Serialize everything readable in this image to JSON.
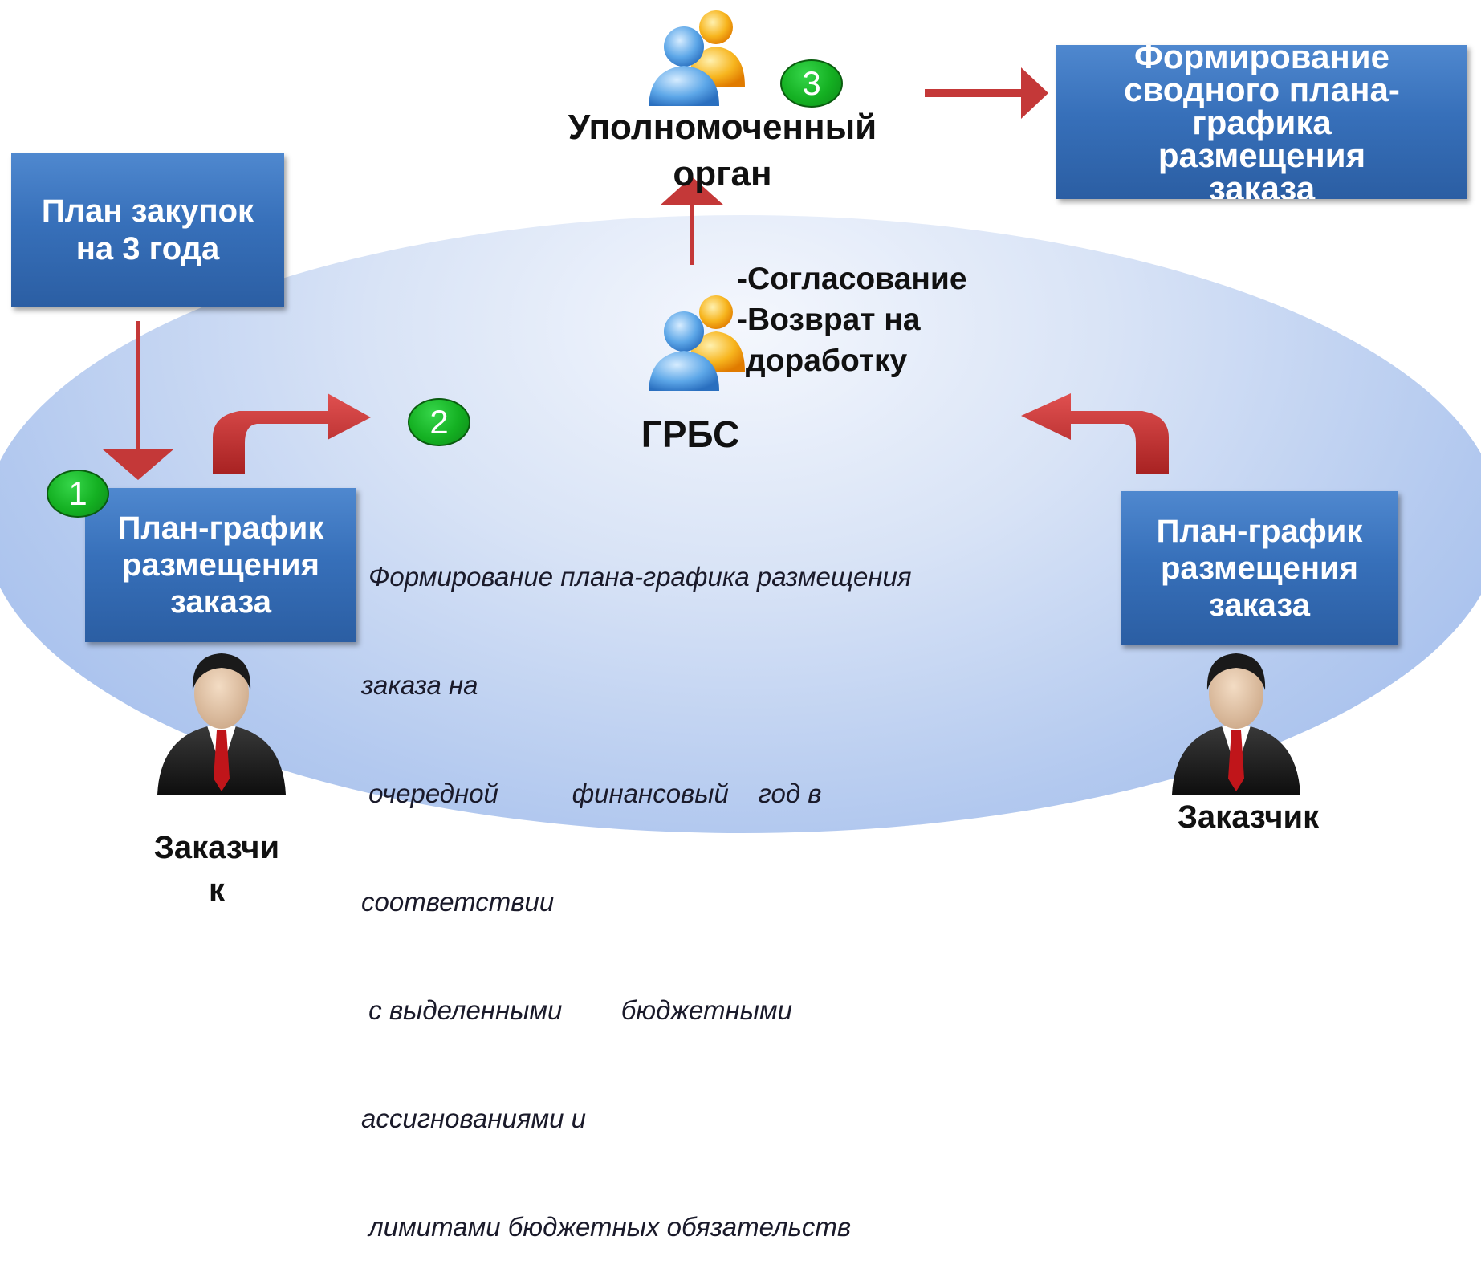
{
  "boxes": {
    "plan_3_years": "План закупок\nна 3 года",
    "plan_schedule_left": "План-график\nразмещения\nзаказа",
    "plan_schedule_right": "План-график\nразмещения\nзаказа",
    "summary_plan": "Формирование\nсводного  плана-\nграфика\nразмещения\nзаказа"
  },
  "badges": {
    "one": "1",
    "two": "2",
    "three": "3"
  },
  "labels": {
    "authorized_body": "Уполномоченный\nорган",
    "grbs": "ГРБС",
    "actions": [
      "-Согласование",
      "-Возврат на",
      " доработку"
    ],
    "customer_left": "Заказчи\nк",
    "customer_right": "Заказчик"
  },
  "description_lines": [
    " Формирование плана-графика размещения",
    "заказа на",
    " очередной          финансовый    год в",
    "соответствии",
    " с выделенными        бюджетными",
    "ассигнованиями и",
    " лимитами бюджетных обязательств"
  ],
  "colors": {
    "box_blue": "#3770ba",
    "arrow_red": "#c03030",
    "badge_green": "#14b022",
    "ellipse_blue": "#b3c9ef"
  },
  "icons": [
    "people-group-icon",
    "businessman-icon",
    "arrow-icon"
  ]
}
